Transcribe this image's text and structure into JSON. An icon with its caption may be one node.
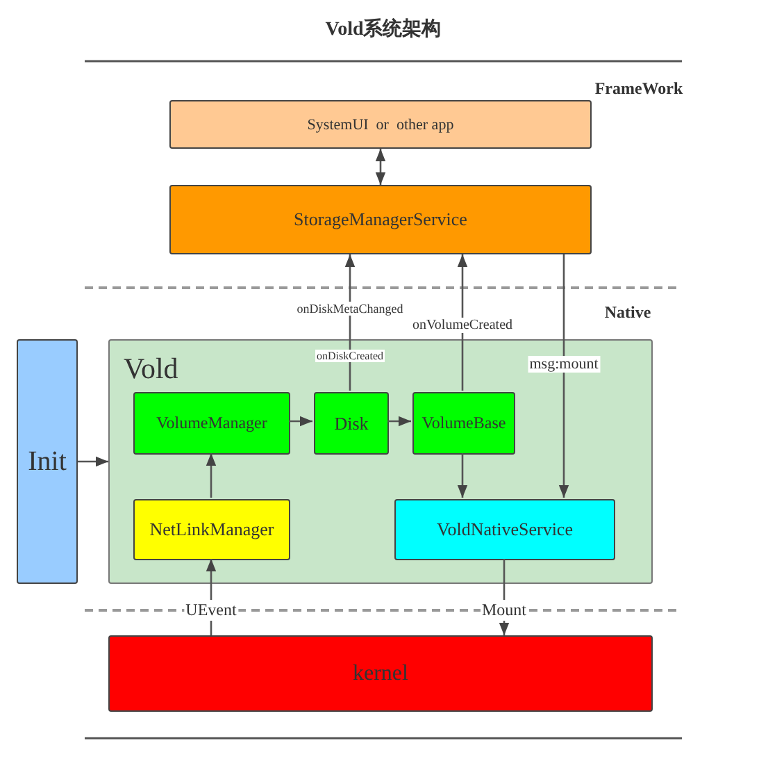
{
  "diagram": {
    "title": "Vold系统架构",
    "nodes": [
      {
        "text": [
          "SystemUI  or  other app"
        ]
      },
      {
        "text": [
          "StorageManagerService"
        ]
      },
      {
        "text": [
          "Init"
        ]
      },
      {
        "text": [
          "Vold"
        ]
      },
      {
        "text": [
          "VolumeManager"
        ],
        "in": 3
      },
      {
        "text": [
          "Disk"
        ],
        "in": 3
      },
      {
        "text": [
          "VolumeBase"
        ],
        "in": 3
      },
      {
        "text": [
          "NetLinkManager"
        ],
        "in": 3
      },
      {
        "text": [
          "VoldNativeService"
        ],
        "in": 3
      },
      {
        "text": [
          "kernel"
        ]
      }
    ],
    "edges": [
      {
        "from": 0,
        "to": 1,
        "arrow": "both"
      },
      {
        "from": 1,
        "to": 8,
        "arrow": "to",
        "label": "msg:mount"
      },
      {
        "from": 5,
        "to": 1,
        "arrow": "to",
        "label": "onDiskCreated"
      },
      {
        "from": 6,
        "to": 1,
        "arrow": "to",
        "label": "onVolumeCreated"
      },
      {
        "from": 2,
        "to": 3,
        "arrow": "to"
      },
      {
        "from": 4,
        "to": 5,
        "arrow": "to"
      },
      {
        "from": 5,
        "to": 6,
        "arrow": "to"
      },
      {
        "from": 7,
        "to": 4,
        "arrow": "to"
      },
      {
        "from": 6,
        "to": 8,
        "arrow": "to"
      },
      {
        "from": 9,
        "to": 7,
        "arrow": "to",
        "label": "UEvent"
      },
      {
        "from": 8,
        "to": 9,
        "arrow": "to",
        "label": "Mount"
      }
    ],
    "labels": [
      "FrameWork",
      "Native",
      "onDiskMetaChanged"
    ]
  }
}
